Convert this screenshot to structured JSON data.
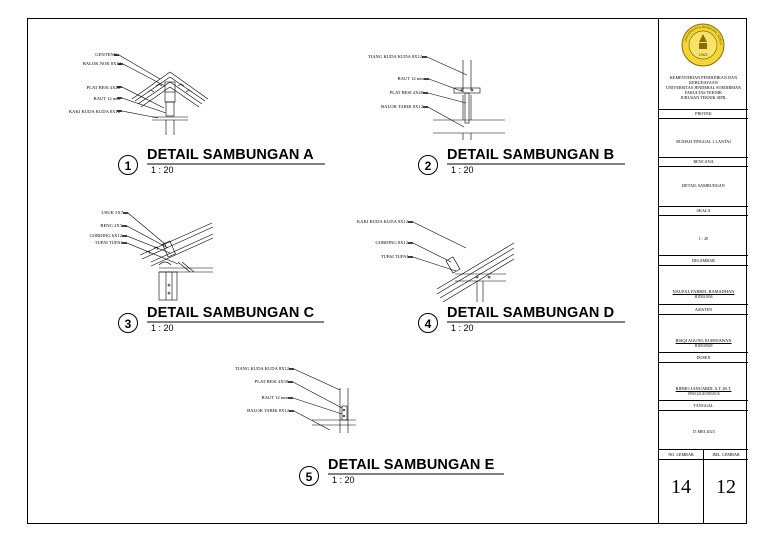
{
  "details": [
    {
      "number": "1",
      "title": "DETAIL SAMBUNGAN A",
      "scale": "1 : 20",
      "labels": [
        "GENTENG",
        "BALOK NOK 8X12",
        "PLAT BESI 4X40",
        "BAUT 12 mm",
        "KAKI KUDA KUDA 8X12"
      ]
    },
    {
      "number": "2",
      "title": "DETAIL SAMBUNGAN B",
      "scale": "1 : 20",
      "labels": [
        "TIANG KUDA KUDA 8X12",
        "BAUT 12 mm",
        "PLAT BESI 4X40",
        "BALOK TARIK 8X12"
      ]
    },
    {
      "number": "3",
      "title": "DETAIL SAMBUNGAN C",
      "scale": "1 : 20",
      "labels": [
        "USUK 5X7",
        "RENG 2X3",
        "GORDING 6X12",
        "TUPAI TUPAI"
      ]
    },
    {
      "number": "4",
      "title": "DETAIL SAMBUNGAN D",
      "scale": "1 : 20",
      "labels": [
        "KAKI KUDA KUDA 8X12",
        "GORDING 8X12",
        "TUPAI TUPAI"
      ]
    },
    {
      "number": "5",
      "title": "DETAIL SAMBUNGAN E",
      "scale": "1 : 20",
      "labels": [
        "TIANG KUDA KUDA 8X12",
        "PLAT BESI 4X50",
        "BAUT 12 mm",
        "BALOK TARIK 8X12"
      ]
    }
  ],
  "title_block": {
    "logo_text": "UNIVERSITAS JENDERAL SOEDIRMAN",
    "logo_year": "1963",
    "institution": [
      "KEMENTERIAN PENDIDIKAN DAN",
      "KEBUDAYAAN",
      "UNIVERSITAS JENDERAL SOEDIRMAN",
      "FAKULTAS TEKNIK",
      "JURUSAN TEKNIK SIPIL"
    ],
    "proyek_label": "PROYEK",
    "proyek_value": "RUMAH TINGGAL 2 LANTAI",
    "rencana_label": "RENCANA",
    "rencana_value": "DETAIL SAMBUNGAN",
    "skala_label": "SKALA",
    "skala_value": "1 : 20",
    "digambar_label": "DIGAMBAR",
    "digambar_name": "NAUFAL FARREL RAMADHAN",
    "digambar_id": "H1D021036",
    "asisten_label": "ASISTEN",
    "asisten_name": "RISQI AGUNG KURNIAWAN",
    "asisten_id": "H1D019049",
    "dosen_label": "DOSEN",
    "dosen_name": "RIDHO JANUARDI, S.T.,M.T.",
    "dosen_id": "199101212019031016",
    "tanggal_label": "TANGGAL",
    "tanggal_value": "15 MEI 2023",
    "no_lembar_label": "NO. LEMBAR",
    "jml_lembar_label": "JML. LEMBAR",
    "no_lembar_value": "14",
    "jml_lembar_value": "12"
  },
  "colors": {
    "logo_fill": "#f2d53a",
    "logo_ring": "#8a6d00",
    "line": "#000000"
  }
}
